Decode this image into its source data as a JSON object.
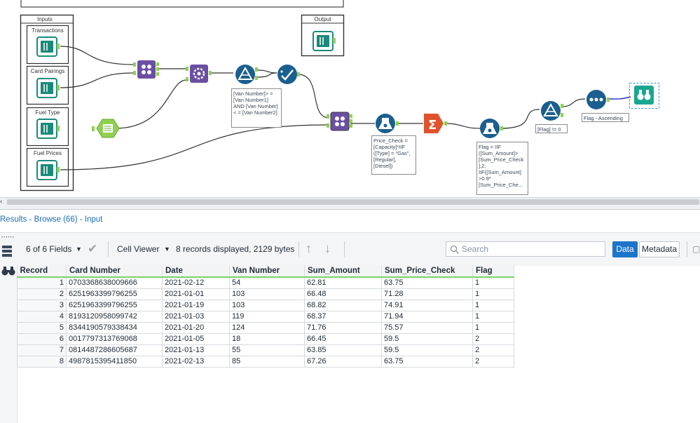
{
  "workflow": {
    "container_title": "Inputs",
    "inputs": [
      {
        "label": "Transactions"
      },
      {
        "label": "Card Pairings"
      },
      {
        "label": "Fuel Type"
      },
      {
        "label": "Fuel Prices"
      }
    ],
    "output_label": "Output",
    "filter1_annotation": "[Van Number]> = [Van Number1] AND [Van Number]< = [Van Number2]",
    "formula1_annotation": "Price_Check = [Capacity]*IIF ([Type] = \"Gas\", [Regular], [Diesel])",
    "formula2_annotation": "Flag = IIF ([Sum_Amount]> [Sum_Price_Check ],2, IIF([Sum_Amount] >0.9* [Sum_Price_Che...",
    "filter2_annotation": "[Flag] != 0",
    "sort_annotation": "Flag - Ascending",
    "accent_color": "#8fd14f",
    "join_color": "#6a4fa3",
    "formula_color": "#1a5f8f",
    "summarize_color": "#e0522c"
  },
  "results": {
    "title": "Results - Browse (66) - Input",
    "fields_selector": "6 of 6 Fields",
    "cell_viewer": "Cell Viewer",
    "records_info": "8 records displayed, 2129 bytes",
    "search_placeholder": "Search",
    "data_button": "Data",
    "metadata_button": "Metadata",
    "columns": [
      "Record",
      "Card Number",
      "Date",
      "Van Number",
      "Sum_Amount",
      "Sum_Price_Check",
      "Flag"
    ],
    "rows": [
      [
        "1",
        "0703368638009666",
        "2021-02-12",
        "54",
        "62.81",
        "63.75",
        "1"
      ],
      [
        "2",
        "6251963399796255",
        "2021-01-01",
        "103",
        "66.48",
        "71.28",
        "1"
      ],
      [
        "3",
        "6251963399796255",
        "2021-01-19",
        "103",
        "68.82",
        "74.91",
        "1"
      ],
      [
        "4",
        "8193120958099742",
        "2021-01-03",
        "119",
        "68.37",
        "71.94",
        "1"
      ],
      [
        "5",
        "8344190579338434",
        "2021-01-20",
        "124",
        "71.76",
        "75.57",
        "1"
      ],
      [
        "6",
        "0017797313769068",
        "2021-01-05",
        "18",
        "66.45",
        "59.5",
        "2"
      ],
      [
        "7",
        "0814487286605687",
        "2021-01-13",
        "55",
        "63.85",
        "59.5",
        "2"
      ],
      [
        "8",
        "4987815395411850",
        "2021-02-13",
        "85",
        "67.26",
        "63.75",
        "2"
      ]
    ]
  }
}
